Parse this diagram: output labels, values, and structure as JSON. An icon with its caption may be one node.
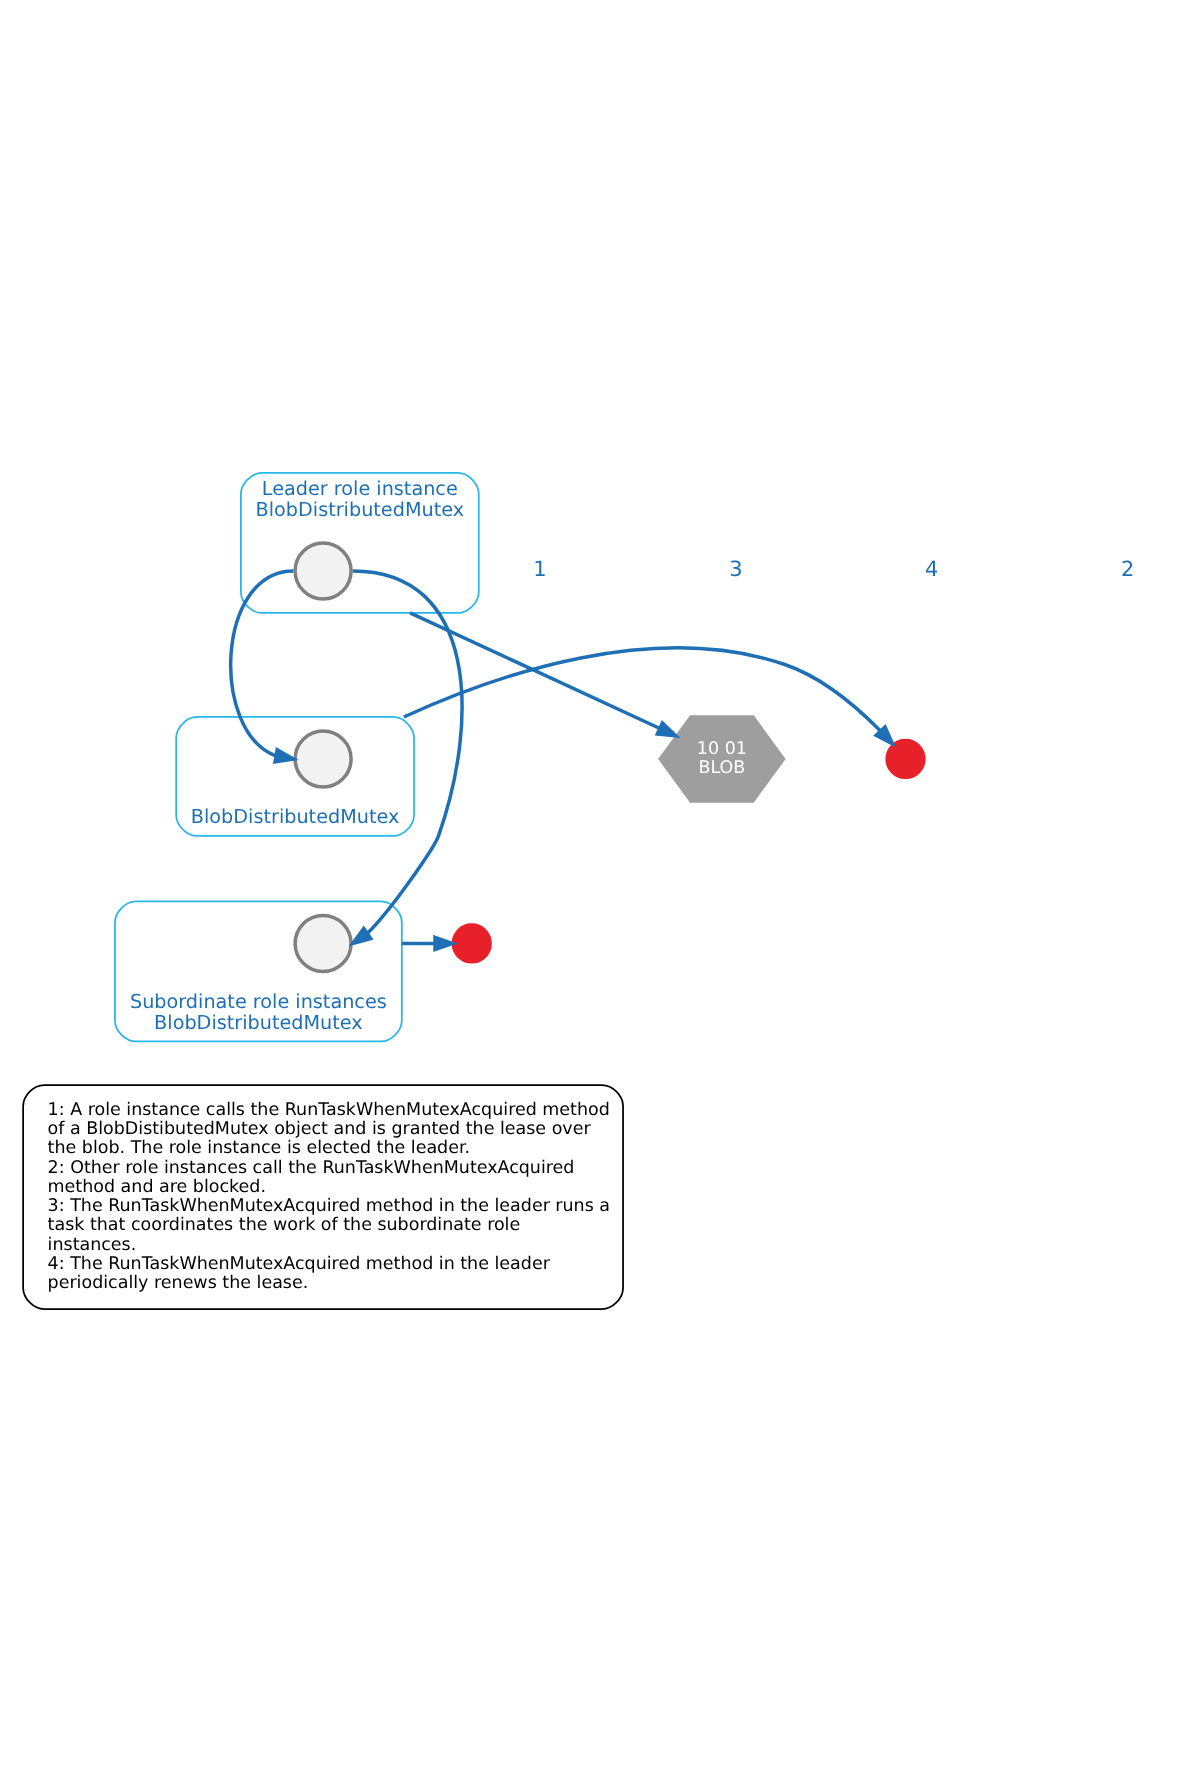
{
  "diagram": {
    "nodes": [
      {
        "text": [
          "Leader role instance",
          "BlobDistributedMutex"
        ]
      },
      {
        "text": [],
        "shape": "circle",
        "in": 0
      },
      {
        "text": [
          "BlobDistributedMutex"
        ]
      },
      {
        "text": [],
        "shape": "circle",
        "in": 2
      },
      {
        "text": [
          "Subordinate role instances",
          "BlobDistributedMutex"
        ]
      },
      {
        "text": [],
        "shape": "circle",
        "in": 4
      },
      {
        "text": [
          "10 01",
          "BLOB"
        ]
      },
      {
        "text": [],
        "shape": "circle"
      },
      {
        "text": [],
        "shape": "circle"
      },
      {
        "text": [
          "1: A role instance calls the RunTaskWhenMutexAcquired method of a BlobDistibutedMutex object and is granted the lease over the blob. The role instance is elected the leader.",
          "2: Other role instances call the RunTaskWhenMutexAcquired method and are blocked.",
          "3: The RunTaskWhenMutexAcquired method in the leader runs a task that coordinates the work of the subordinate role instances.",
          "4: The RunTaskWhenMutexAcquired method in the leader periodically renews the lease."
        ]
      }
    ],
    "edges": [
      {
        "from": 0,
        "to": 6,
        "arrow": "to"
      },
      {
        "from": 1,
        "to": 3,
        "arrow": "to"
      },
      {
        "from": 1,
        "to": 5,
        "arrow": "to"
      },
      {
        "from": 2,
        "to": 7,
        "arrow": "to"
      },
      {
        "from": 4,
        "to": 8,
        "arrow": "to"
      }
    ],
    "labels": [
      "1",
      "3",
      "4",
      "2"
    ]
  }
}
